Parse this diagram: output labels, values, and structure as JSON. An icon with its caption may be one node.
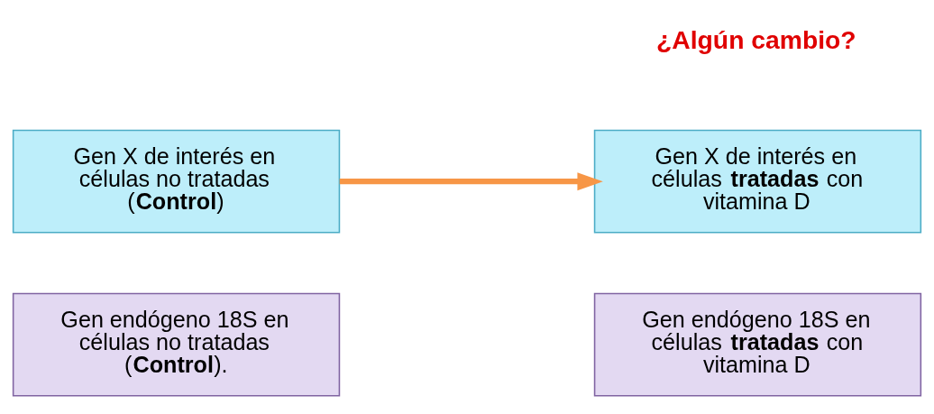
{
  "diagram": {
    "nodes": [
      {
        "text": [
          "Gen X de interés en células no tratadas (**Control**)"
        ]
      },
      {
        "text": [
          "Gen X de interés en células **tratadas** con vitamina D"
        ]
      },
      {
        "text": [
          "Gen endógeno 18S en células no tratadas (**Control**)."
        ]
      },
      {
        "text": [
          "Gen endógeno 18S en células **tratadas** con vitamina D"
        ]
      }
    ],
    "edges": [
      {
        "from": 0,
        "to": 1,
        "arrow": "to",
        "color": "#f79646"
      }
    ],
    "labels": [
      "¿Algún cambio?"
    ]
  }
}
